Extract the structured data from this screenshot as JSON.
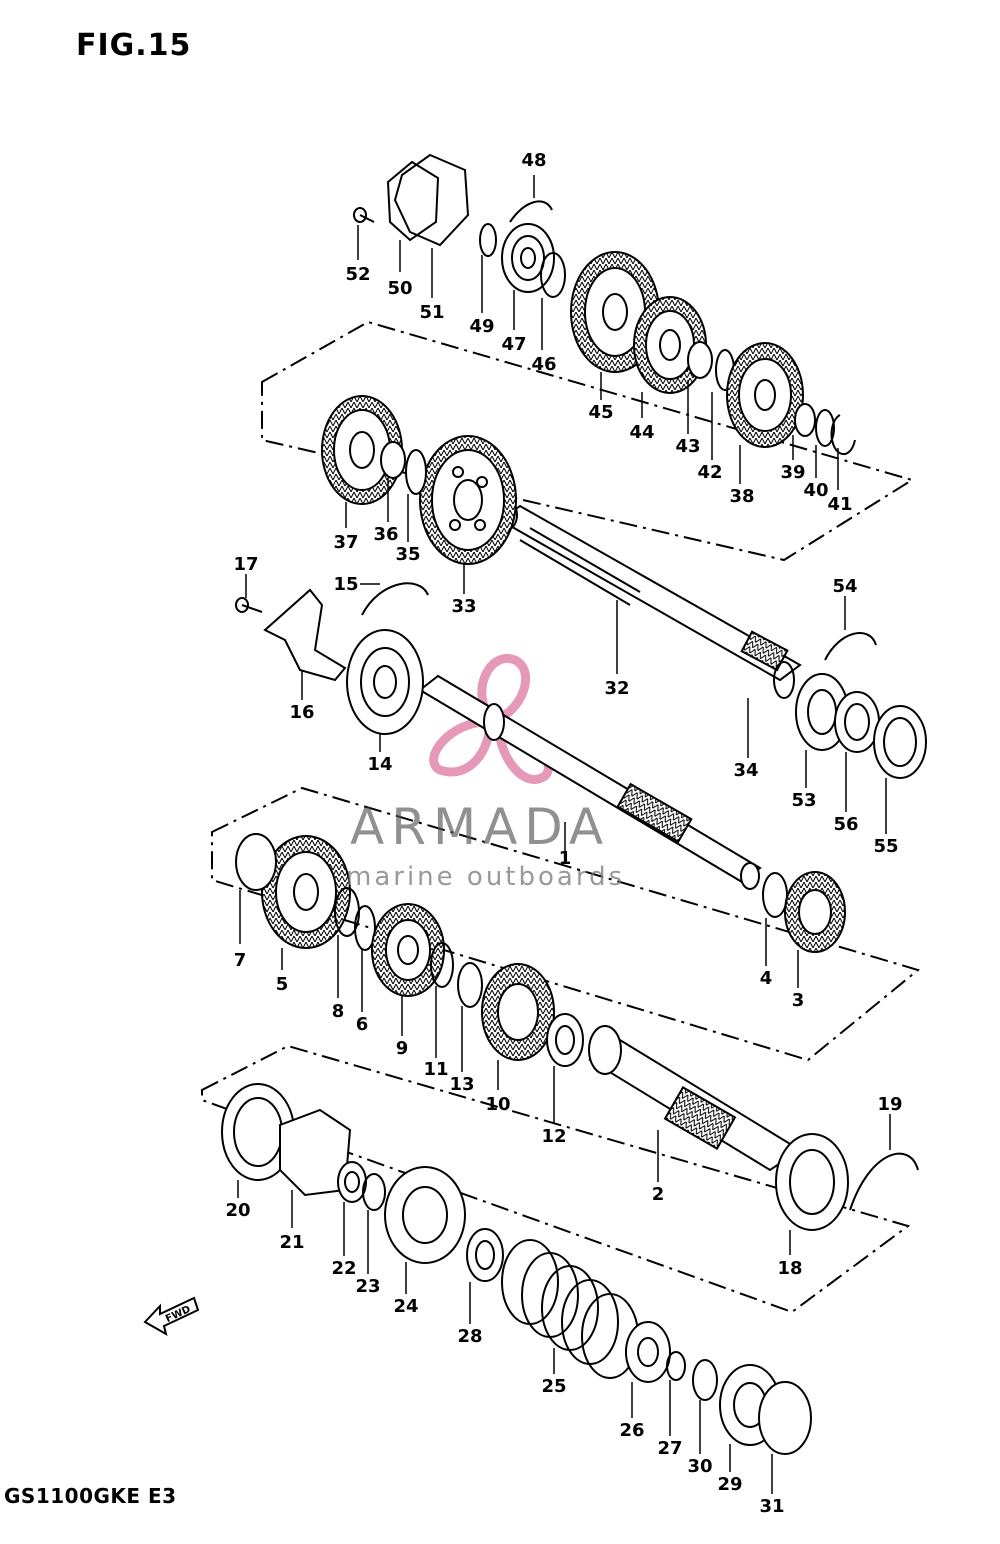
{
  "figure": {
    "title": "FIG.15",
    "model_code": "GS1100GKE E3",
    "fwd_label": "FWD"
  },
  "watermark": {
    "brand": "ARMADA",
    "tagline": "marine outboards",
    "logo_color": "#e07fa8"
  },
  "colors": {
    "line": "#000000",
    "background": "#ffffff"
  },
  "parts": [
    "1",
    "2",
    "3",
    "4",
    "5",
    "6",
    "7",
    "8",
    "9",
    "10",
    "11",
    "12",
    "13",
    "14",
    "15",
    "16",
    "17",
    "18",
    "19",
    "20",
    "21",
    "22",
    "23",
    "24",
    "25",
    "26",
    "27",
    "28",
    "29",
    "30",
    "31",
    "32",
    "33",
    "34",
    "35",
    "36",
    "37",
    "38",
    "39",
    "40",
    "41",
    "42",
    "43",
    "44",
    "45",
    "46",
    "47",
    "48",
    "49",
    "50",
    "51",
    "52",
    "53",
    "54",
    "55",
    "56"
  ]
}
